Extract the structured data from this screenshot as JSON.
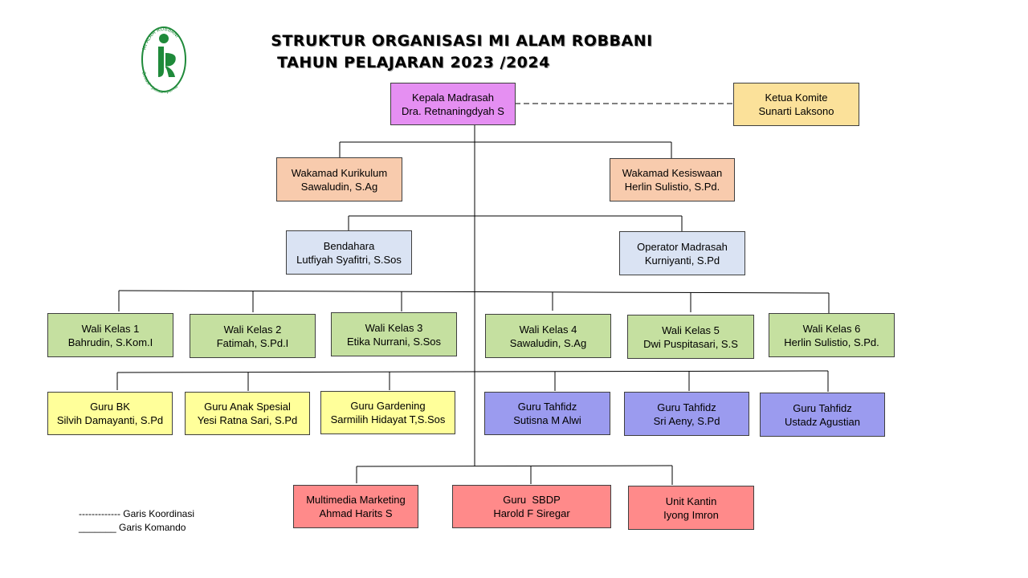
{
  "header": {
    "title_line1": "STRUKTUR ORGANISASI MI ALAM ROBBANI",
    "title_line2": "TAHUN PELAJARAN 2023 /2024",
    "logo_top_text": "MI ALAM ROBBANI",
    "logo_bottom_text": "Bekasi - Jatisampurna",
    "logo_color": "#1f8a3a"
  },
  "nodes": {
    "kepala": {
      "role": "Kepala Madrasah",
      "name": "Dra. Retnaningdyah S"
    },
    "komite": {
      "role": "Ketua Komite",
      "name": "Sunarti Laksono"
    },
    "kurikulum": {
      "role": "Wakamad Kurikulum",
      "name": "Sawaludin, S.Ag"
    },
    "kesiswaan": {
      "role": "Wakamad Kesiswaan",
      "name": "Herlin Sulistio, S.Pd."
    },
    "bendahara": {
      "role": "Bendahara",
      "name": "Lutfiyah Syafitri, S.Sos"
    },
    "operator": {
      "role": "Operator Madrasah",
      "name": "Kurniyanti, S.Pd"
    },
    "wali1": {
      "role": "Wali Kelas 1",
      "name": "Bahrudin, S.Kom.I"
    },
    "wali2": {
      "role": "Wali Kelas 2",
      "name": "Fatimah, S.Pd.I"
    },
    "wali3": {
      "role": "Wali Kelas 3",
      "name": "Etika Nurrani, S.Sos"
    },
    "wali4": {
      "role": "Wali Kelas 4",
      "name": "Sawaludin, S.Ag"
    },
    "wali5": {
      "role": "Wali Kelas 5",
      "name": "Dwi Puspitasari, S.S"
    },
    "wali6": {
      "role": "Wali Kelas 6",
      "name": "Herlin Sulistio, S.Pd."
    },
    "gurubk": {
      "role": "Guru BK",
      "name": "Silvih Damayanti, S.Pd"
    },
    "anakspesial": {
      "role": "Guru Anak Spesial",
      "name": "Yesi Ratna Sari, S.Pd"
    },
    "gardening": {
      "role": "Guru Gardening",
      "name": "Sarmilih Hidayat T,S.Sos"
    },
    "tahfidz1": {
      "role": "Guru Tahfidz",
      "name": "Sutisna M Alwi"
    },
    "tahfidz2": {
      "role": "Guru Tahfidz",
      "name": "Sri Aeny, S.Pd"
    },
    "tahfidz3": {
      "role": "Guru Tahfidz",
      "name": "Ustadz Agustian"
    },
    "multimedia": {
      "role": "Multimedia Marketing",
      "name": "Ahmad Harits S"
    },
    "sbdp": {
      "role": "Guru  SBDP",
      "name": "Harold F Siregar"
    },
    "kantin": {
      "role": "Unit Kantin",
      "name": "Iyong Imron"
    }
  },
  "legend": {
    "coordination": "------------- Garis Koordinasi",
    "command": "_______  Garis Komando"
  },
  "colors": {
    "kepala": "#e58ff2",
    "komite": "#fbe19a",
    "wakamad": "#f8cbad",
    "staff": "#dae3f3",
    "wali": "#c5e0a0",
    "guru": "#ffff9a",
    "tahfidz": "#9b9bef",
    "unit": "#ff8a8a"
  }
}
